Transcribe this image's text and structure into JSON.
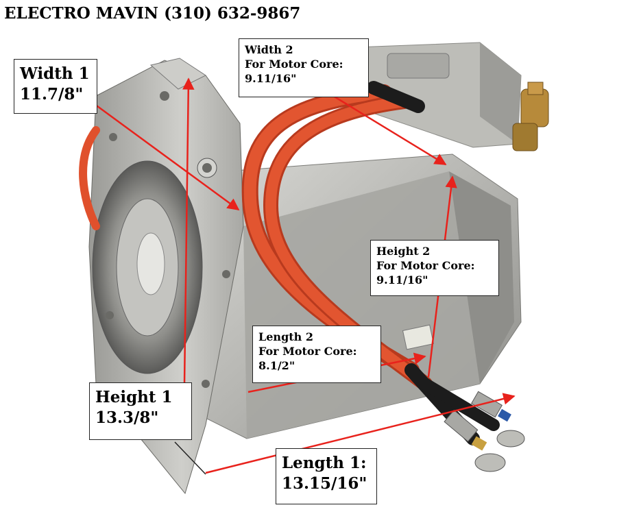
{
  "header": {
    "text": "ELECTRO MAVIN (310) 632-9867"
  },
  "labels": {
    "width1": {
      "line1": "Width 1",
      "line2": "11.7/8\""
    },
    "width2": {
      "line1": "Width 2",
      "line2": "For Motor Core:",
      "line3": "9.11/16\""
    },
    "height1": {
      "line1": "Height 1",
      "line2": "13.3/8\""
    },
    "height2": {
      "line1": "Height 2",
      "line2": "For Motor Core:",
      "line3": "9.11/16\""
    },
    "length1": {
      "line1": "Length 1:",
      "line2": "13.15/16\""
    },
    "length2": {
      "line1": "Length 2",
      "line2": "For Motor Core:",
      "line3": "8.1/2\""
    }
  },
  "colors": {
    "arrow": "#e8221c",
    "housing": "#b8b8b4",
    "cable": "#e0502c",
    "cable_black": "#1c1c1c"
  }
}
